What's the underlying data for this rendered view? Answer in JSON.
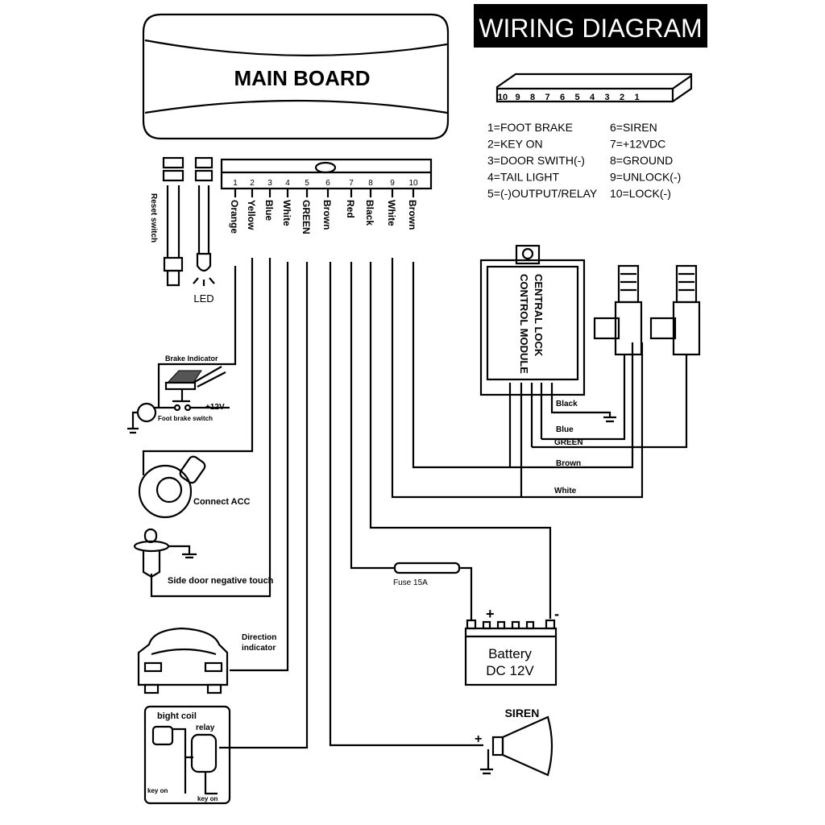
{
  "title": "WIRING DIAGRAM",
  "main_board": "MAIN BOARD",
  "pins": [
    "1",
    "2",
    "3",
    "4",
    "5",
    "6",
    "7",
    "8",
    "9",
    "10"
  ],
  "wires": [
    "Orange",
    "Yellow",
    "Blue",
    "White",
    "GREEN",
    "Brown",
    "Red",
    "Black",
    "White",
    "Brown"
  ],
  "legend_connector_pins": [
    "10",
    "9",
    "8",
    "7",
    "6",
    "5",
    "4",
    "3",
    "2",
    "1"
  ],
  "legend_left": [
    "1=FOOT BRAKE",
    "2=KEY ON",
    "3=DOOR SWITH(-)",
    "4=TAIL LIGHT",
    "5=(-)OUTPUT/RELAY"
  ],
  "legend_right": [
    "6=SIREN",
    "7=+12VDC",
    "8=GROUND",
    "9=UNLOCK(-)",
    "10=LOCK(-)"
  ],
  "labels": {
    "reset_switch": "Reset switch",
    "led": "LED",
    "brake_indicator": "Brake Indicator",
    "plus12v": "+12V",
    "foot_brake_switch": "Foot brake switch",
    "connect_acc": "Connect ACC",
    "side_door": "Side door negative touch",
    "direction_indicator_1": "Direction",
    "direction_indicator_2": "indicator",
    "bight_coil": "bight coil",
    "relay": "relay",
    "key_on_1": "key on",
    "key_on_2": "key on",
    "central_lock_1": "CENTRAL LOCK",
    "central_lock_2": "CONTROL MODULE",
    "cl_black": "Black",
    "cl_blue": "Blue",
    "cl_green": "GREEN",
    "cl_brown": "Brown",
    "cl_white": "White",
    "fuse": "Fuse 15A",
    "battery_1": "Battery",
    "battery_2": "DC 12V",
    "plus": "+",
    "minus": "-",
    "siren": "SIREN",
    "siren_plus": "+"
  }
}
